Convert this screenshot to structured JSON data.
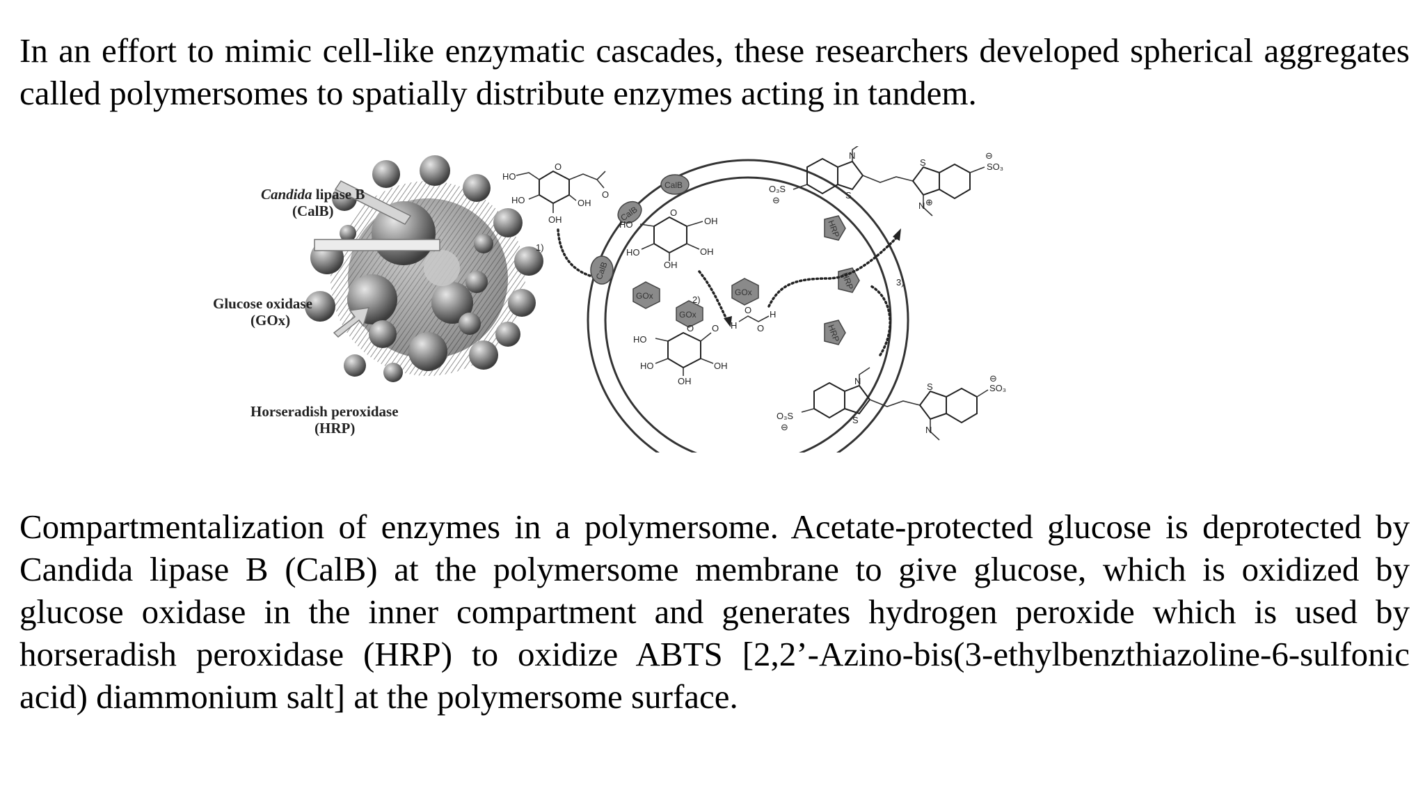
{
  "intro_text": "In an effort to mimic cell-like enzymatic cascades, these researchers developed spherical aggregates called polymersomes to spatially distribute enzymes acting in tandem.",
  "caption_text": "Compartmentalization of enzymes in a polymersome. Acetate-protected glucose is deprotected by Candida lipase B (CalB) at the polymersome membrane to give glucose, which is oxidized by glucose oxidase in the inner compartment and generates hydrogen peroxide which is used by horseradish peroxidase (HRP) to oxidize ABTS [2,2’-Azino-bis(3-ethylbenzthiazoline-6-sulfonic acid) diammonium salt] at the polymersome surface.",
  "figure": {
    "left": {
      "calb_label_italic": "Candida",
      "calb_label_rest": " lipase B",
      "calb_abbr": "(CalB)",
      "gox_label": "Glucose oxidase",
      "gox_abbr": "(GOx)",
      "hrp_label": "Horseradish peroxidase",
      "hrp_abbr": "(HRP)"
    },
    "right": {
      "step1": "1)",
      "step2": "2)",
      "step3": "3)",
      "enzyme_calb": "CalB",
      "enzyme_gox": "GOx",
      "enzyme_hrp": "HRP",
      "group_ho": "HO",
      "group_oh": "OH",
      "group_so3": "SO₃",
      "group_o3s": "O₃S",
      "atom_o": "O",
      "atom_h": "H",
      "atom_n": "N",
      "atom_s": "S",
      "charge_minus": "⊖",
      "charge_plus": "⊕"
    }
  }
}
